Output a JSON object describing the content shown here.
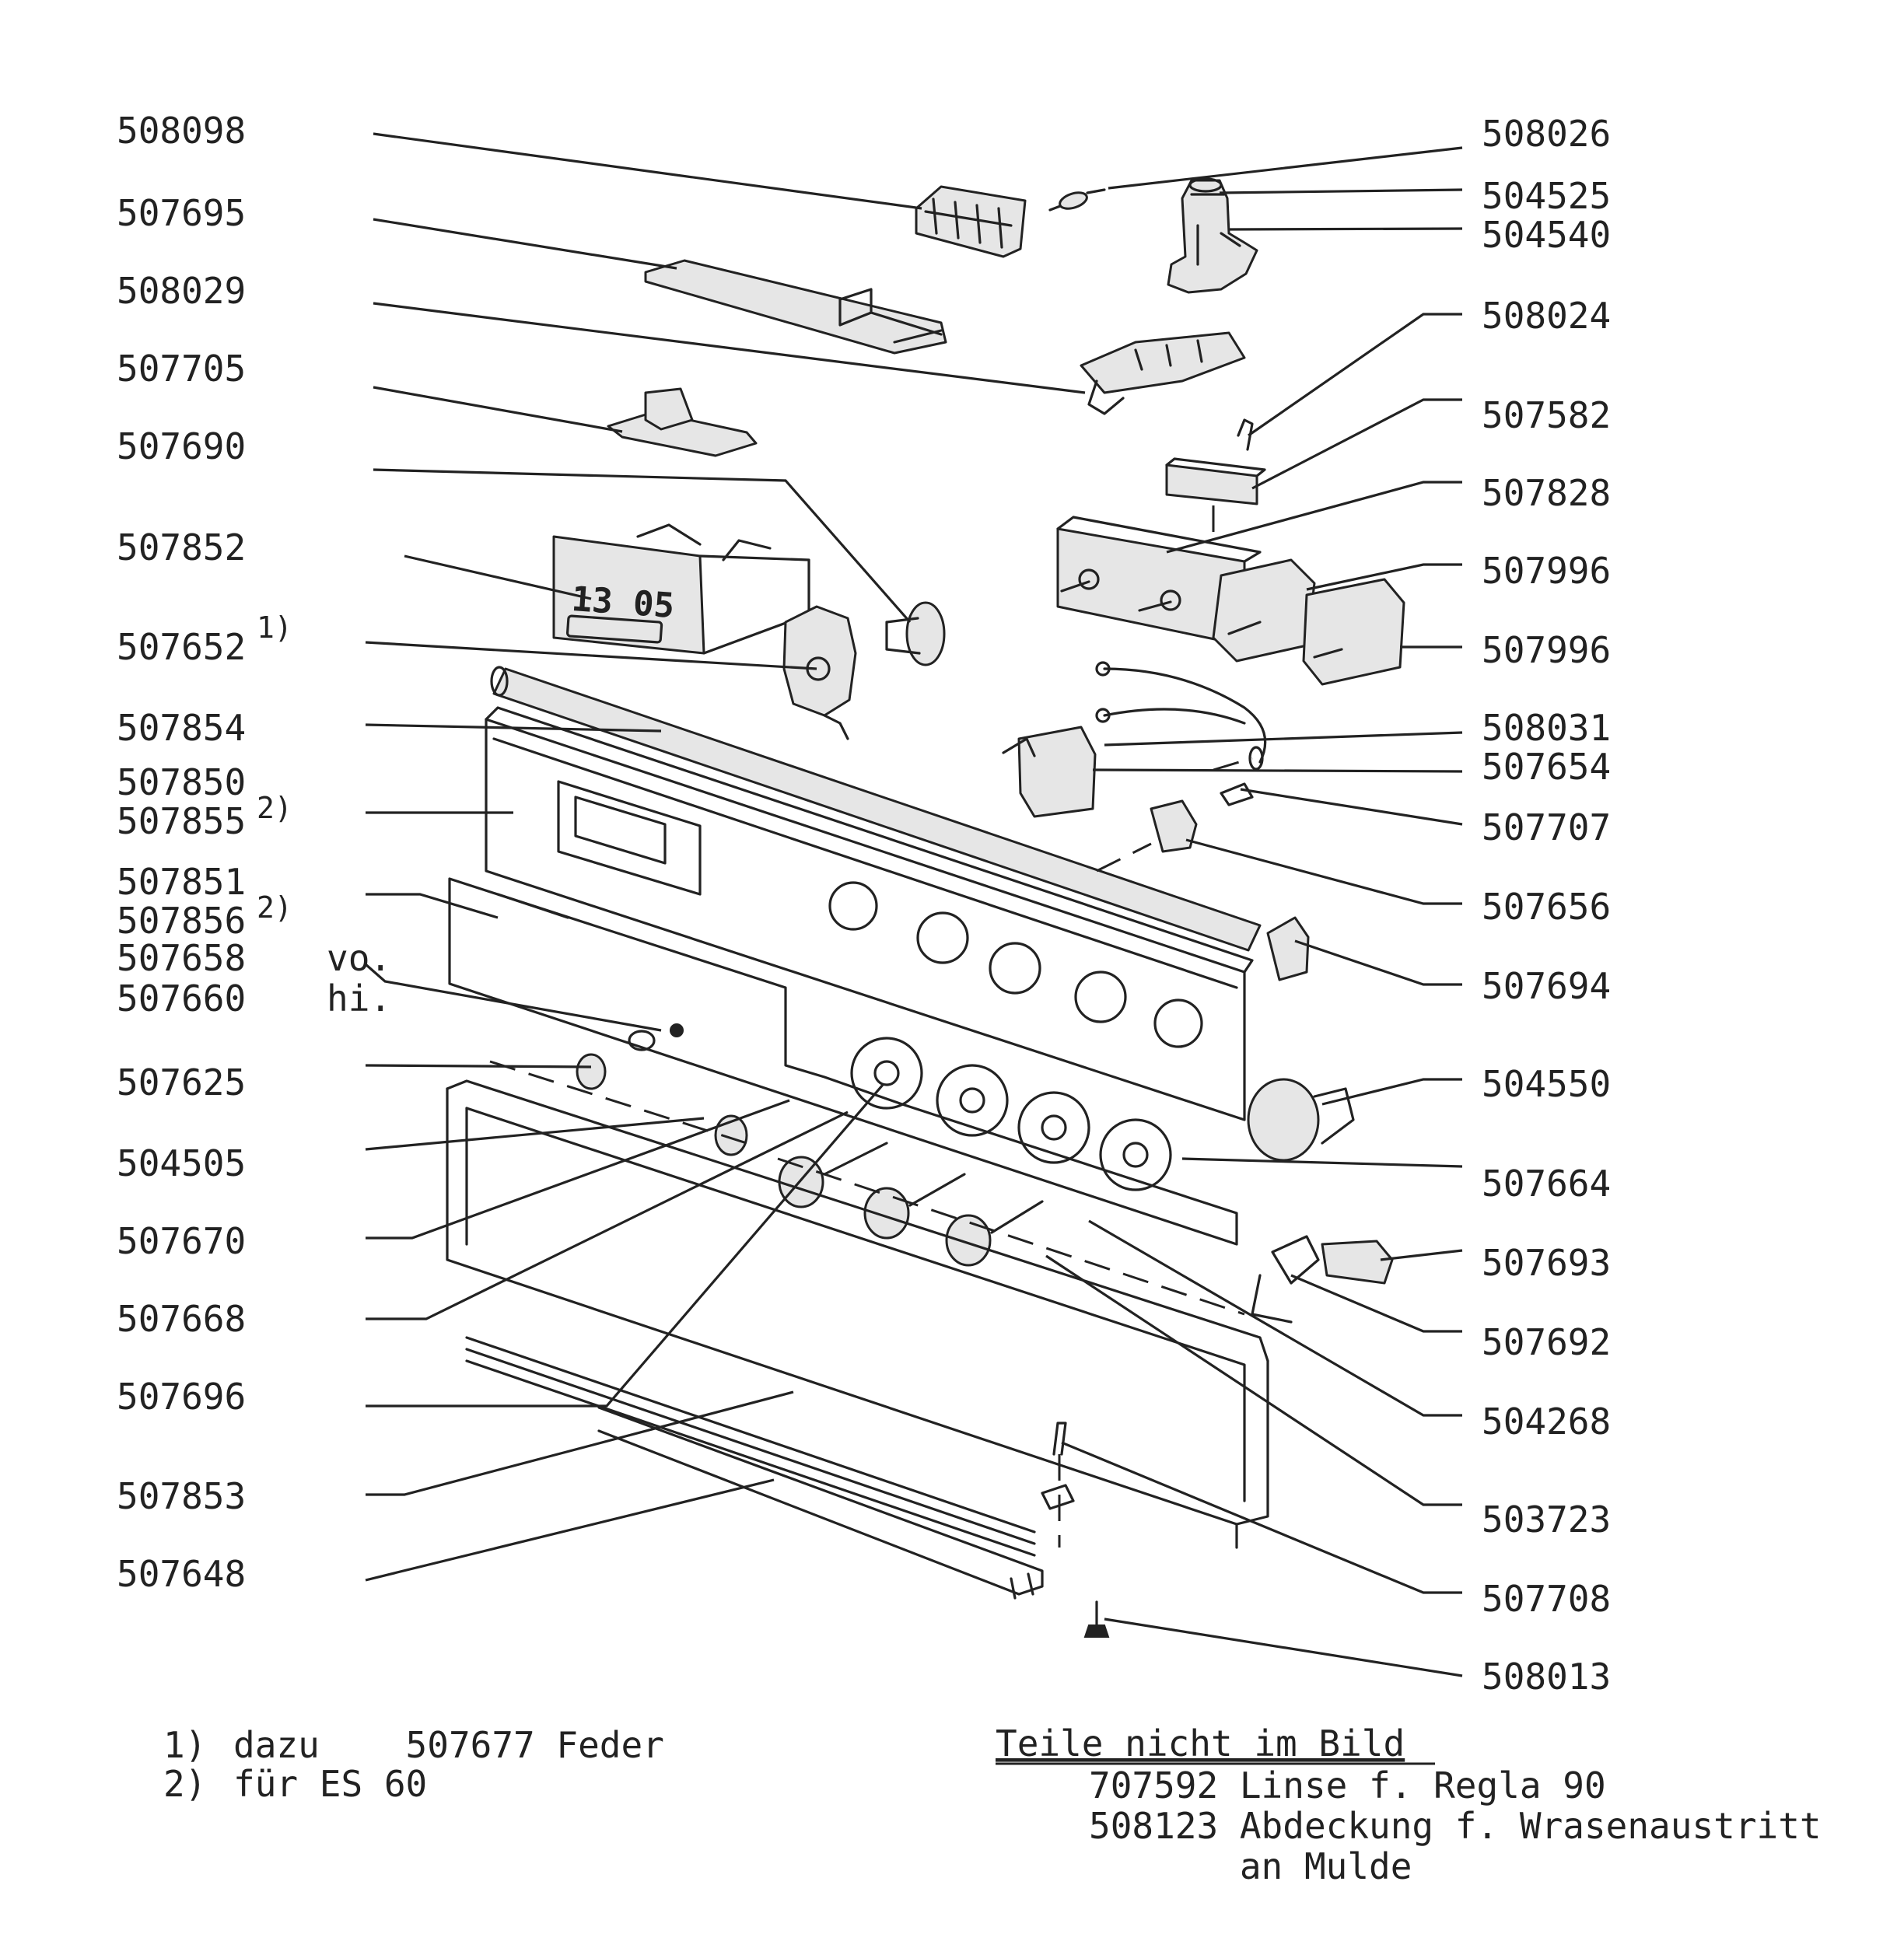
{
  "labels_left": [
    {
      "id": "l01",
      "text": "508098"
    },
    {
      "id": "l02",
      "text": "507695"
    },
    {
      "id": "l03",
      "text": "508029"
    },
    {
      "id": "l04",
      "text": "507705"
    },
    {
      "id": "l05",
      "text": "507690"
    },
    {
      "id": "l06",
      "text": "507852"
    },
    {
      "id": "l07",
      "text": "507652",
      "sup": "1)"
    },
    {
      "id": "l08",
      "text": "507854"
    },
    {
      "id": "l09",
      "text": "507850",
      "sub": "2)"
    },
    {
      "id": "l10",
      "text": "507855"
    },
    {
      "id": "l11",
      "text": "507851",
      "sub": "2)"
    },
    {
      "id": "l12",
      "text": "507856"
    },
    {
      "id": "l13",
      "text": "507658",
      "suffix": "vo."
    },
    {
      "id": "l14",
      "text": "507660",
      "suffix": "hi."
    },
    {
      "id": "l15",
      "text": "507625"
    },
    {
      "id": "l16",
      "text": "504505"
    },
    {
      "id": "l17",
      "text": "507670"
    },
    {
      "id": "l18",
      "text": "507668"
    },
    {
      "id": "l19",
      "text": "507696"
    },
    {
      "id": "l20",
      "text": "507853"
    },
    {
      "id": "l21",
      "text": "507648"
    }
  ],
  "labels_right": [
    {
      "id": "r01",
      "text": "508026"
    },
    {
      "id": "r02",
      "text": "504525"
    },
    {
      "id": "r03",
      "text": "504540"
    },
    {
      "id": "r04",
      "text": "508024"
    },
    {
      "id": "r05",
      "text": "507582"
    },
    {
      "id": "r06",
      "text": "507828"
    },
    {
      "id": "r07",
      "text": "507996"
    },
    {
      "id": "r08",
      "text": "507996"
    },
    {
      "id": "r09",
      "text": "508031"
    },
    {
      "id": "r10",
      "text": "507654"
    },
    {
      "id": "r11",
      "text": "507707"
    },
    {
      "id": "r12",
      "text": "507656"
    },
    {
      "id": "r13",
      "text": "507694"
    },
    {
      "id": "r14",
      "text": "504550"
    },
    {
      "id": "r15",
      "text": "507664"
    },
    {
      "id": "r16",
      "text": "507693"
    },
    {
      "id": "r17",
      "text": "507692"
    },
    {
      "id": "r18",
      "text": "504268"
    },
    {
      "id": "r19",
      "text": "503723"
    },
    {
      "id": "r20",
      "text": "507708"
    },
    {
      "id": "r21",
      "text": "508013"
    }
  ],
  "footnotes": [
    {
      "marker": "1)",
      "text": "dazu    507677 Feder"
    },
    {
      "marker": "2)",
      "text": "für ES 60"
    }
  ],
  "not_in_picture": {
    "heading": "Teile nicht im Bild",
    "items": [
      "707592 Linse f. Regla 90",
      "508123 Abdeckung f. Wrasenaustritt",
      "       an Mulde"
    ]
  },
  "timer_display": "13 05"
}
